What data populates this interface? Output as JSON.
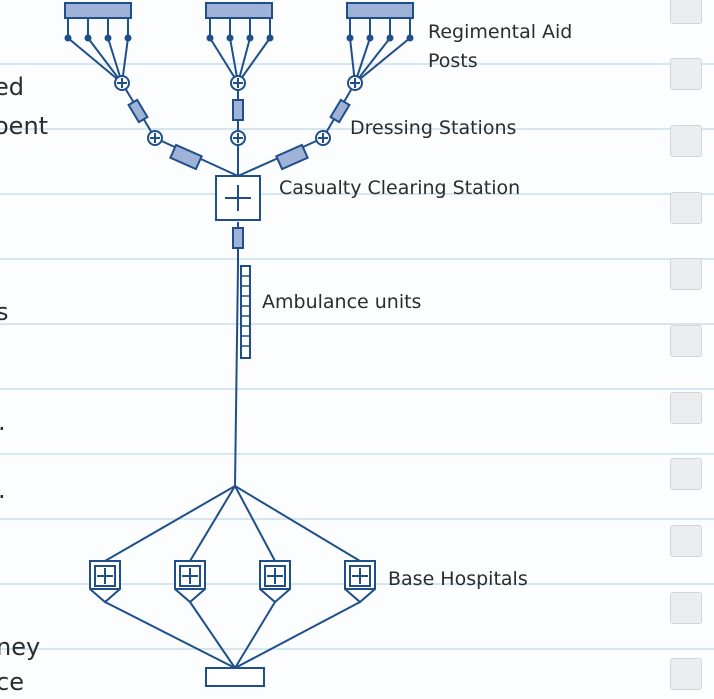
{
  "diagram": {
    "labels": {
      "regimental_line1": "Regimental Aid",
      "regimental_line2": "Posts",
      "dressing": "Dressing Stations",
      "ccs": "Casualty Clearing Station",
      "ambulance": "Ambulance units",
      "base": "Base Hospitals"
    },
    "colors": {
      "line": "#1f4f8a",
      "fill": "#9fb3d8"
    }
  },
  "left_edge_text": [
    "ed",
    "oent",
    "s",
    ".",
    ".",
    "ney",
    "ce"
  ],
  "checkboxes": [
    false,
    false,
    false,
    false,
    false,
    false,
    false,
    false,
    false,
    false,
    false
  ]
}
